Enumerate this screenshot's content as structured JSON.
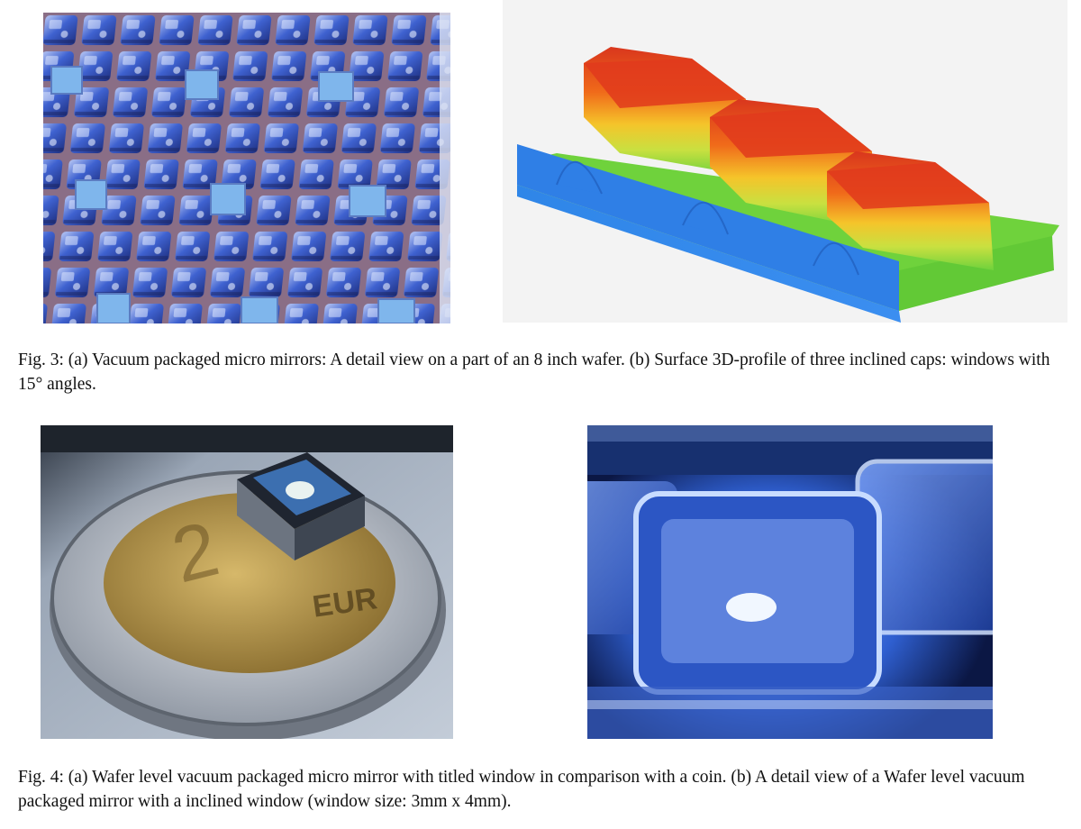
{
  "figure3": {
    "caption": "Fig. 3: (a) Vacuum packaged micro mirrors: A detail view on a part of an 8 inch wafer. (b) Surface 3D-profile of three inclined caps: windows with 15° angles."
  },
  "figure4": {
    "caption": "Fig. 4: (a) Wafer level vacuum packaged micro mirror with titled window in comparison with a coin. (b) A detail view of a Wafer level vacuum packaged mirror with a inclined window (window size: 3mm x 4mm).",
    "coin_denomination": "2",
    "coin_currency": "EUR"
  },
  "colors": {
    "wafer_blue": "#3a5fc8",
    "profile_red": "#e0321c",
    "profile_green": "#6bd33a",
    "profile_blue": "#2f7fe6"
  }
}
